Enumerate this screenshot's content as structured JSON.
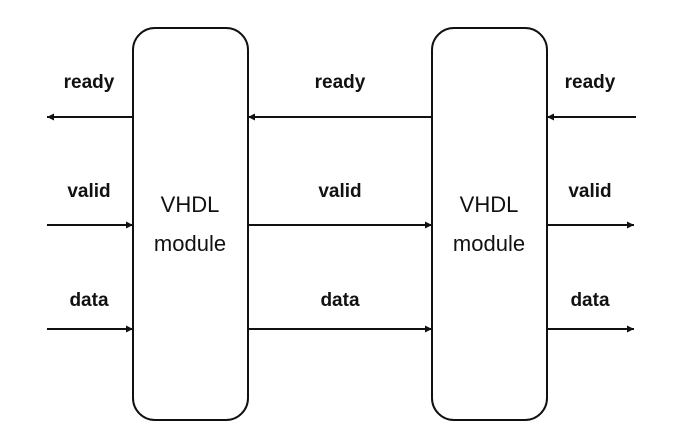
{
  "modules": [
    {
      "line1": "VHDL",
      "line2": "module"
    },
    {
      "line1": "VHDL",
      "line2": "module"
    }
  ],
  "signals": {
    "left": {
      "ready": "ready",
      "valid": "valid",
      "data": "data"
    },
    "middle": {
      "ready": "ready",
      "valid": "valid",
      "data": "data"
    },
    "right": {
      "ready": "ready",
      "valid": "valid",
      "data": "data"
    }
  },
  "colors": {
    "stroke": "#111111",
    "background": "#ffffff"
  }
}
